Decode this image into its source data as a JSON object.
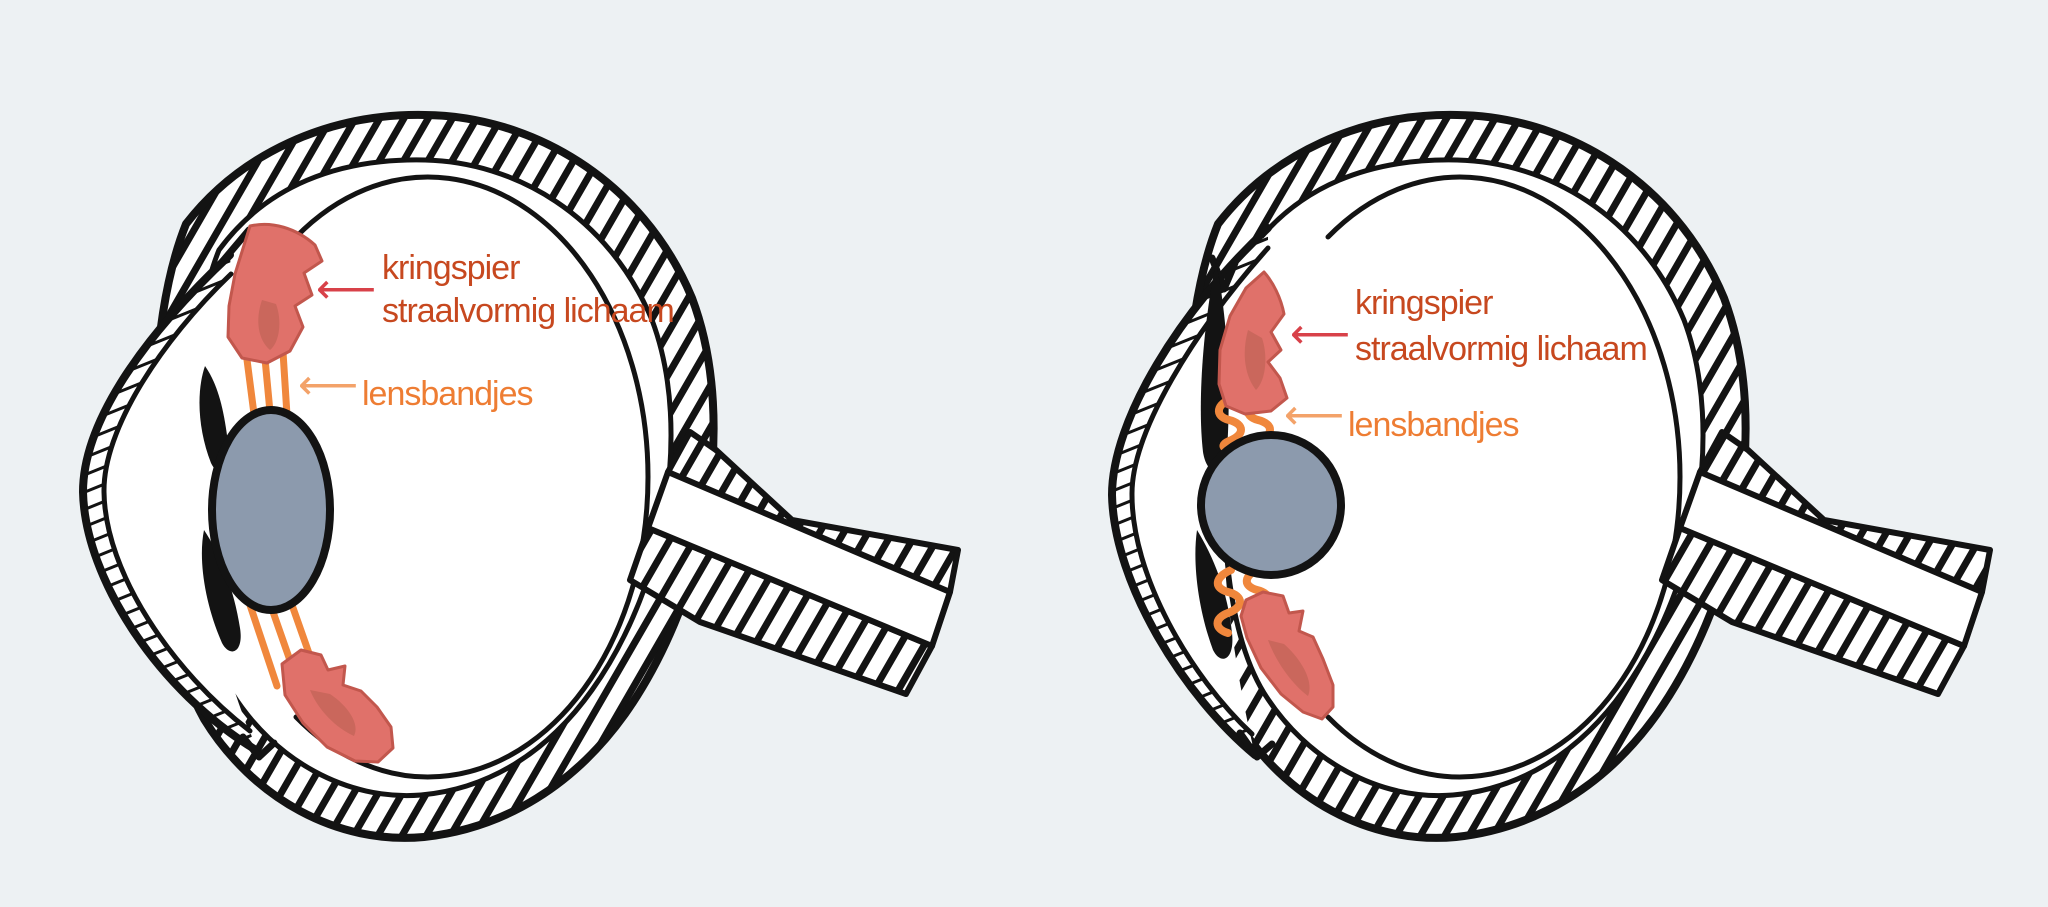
{
  "figure": {
    "colors": {
      "background": "#edf1f3",
      "eye_interior": "#ffffff",
      "ink": "#131313",
      "lens_fill": "#8c9aad",
      "muscle_fill": "#e0716a",
      "muscle_edge": "#c2574d",
      "muscle_shade": "#b05c4b",
      "zonule_orange": "#f0873c",
      "label_red": "#c7481f",
      "arrow_red": "#d84149",
      "label_orange": "#ee7d33",
      "arrow_orange": "#f3a269"
    },
    "annotations": [
      {
        "ciliary_line1": "kringspier",
        "ciliary_line2": "straalvormig lichaam",
        "ciliary_arrow": "⟵",
        "zonule_label": "lensbandjes",
        "zonule_arrow": "⟵"
      },
      {
        "ciliary_line1": "kringspier",
        "ciliary_line2": "straalvormig lichaam",
        "ciliary_arrow": "⟵",
        "zonule_label": "lensbandjes",
        "zonule_arrow": "⟵"
      }
    ]
  }
}
